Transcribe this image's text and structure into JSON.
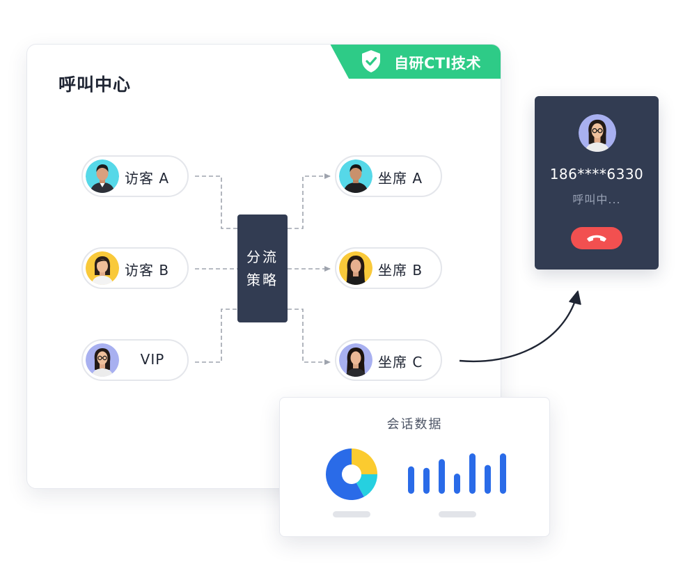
{
  "card": {
    "title": "呼叫中心",
    "badge": "自研CTI技术"
  },
  "visitors": [
    {
      "label": "访客 A",
      "avatar": "man-suit-avatar"
    },
    {
      "label": "访客 B",
      "avatar": "woman-smile-avatar"
    },
    {
      "label": "VIP",
      "avatar": "woman-glasses-avatar"
    }
  ],
  "agents": [
    {
      "label": "坐席 A",
      "avatar": "man-suit-avatar"
    },
    {
      "label": "坐席 B",
      "avatar": "woman-longhair-avatar"
    },
    {
      "label": "坐席 C",
      "avatar": "woman-dark-avatar"
    }
  ],
  "strategy": {
    "line1": "分流",
    "line2": "策略"
  },
  "call": {
    "number": "186****6330",
    "status": "呼叫中...",
    "hangup_icon": "phone-hangup-icon"
  },
  "session": {
    "title": "会话数据",
    "donut": [
      {
        "value": 25,
        "color": "#fbcb2f"
      },
      {
        "value": 17,
        "color": "#26d0e0"
      },
      {
        "value": 58,
        "color": "#2a6be8"
      }
    ],
    "bars": [
      38,
      36,
      48,
      28,
      56,
      40,
      56
    ]
  },
  "colors": {
    "accent_green": "#2ecb87",
    "dark_panel": "#323c52",
    "bar_blue": "#2a6be8",
    "hangup_red": "#f25050"
  }
}
